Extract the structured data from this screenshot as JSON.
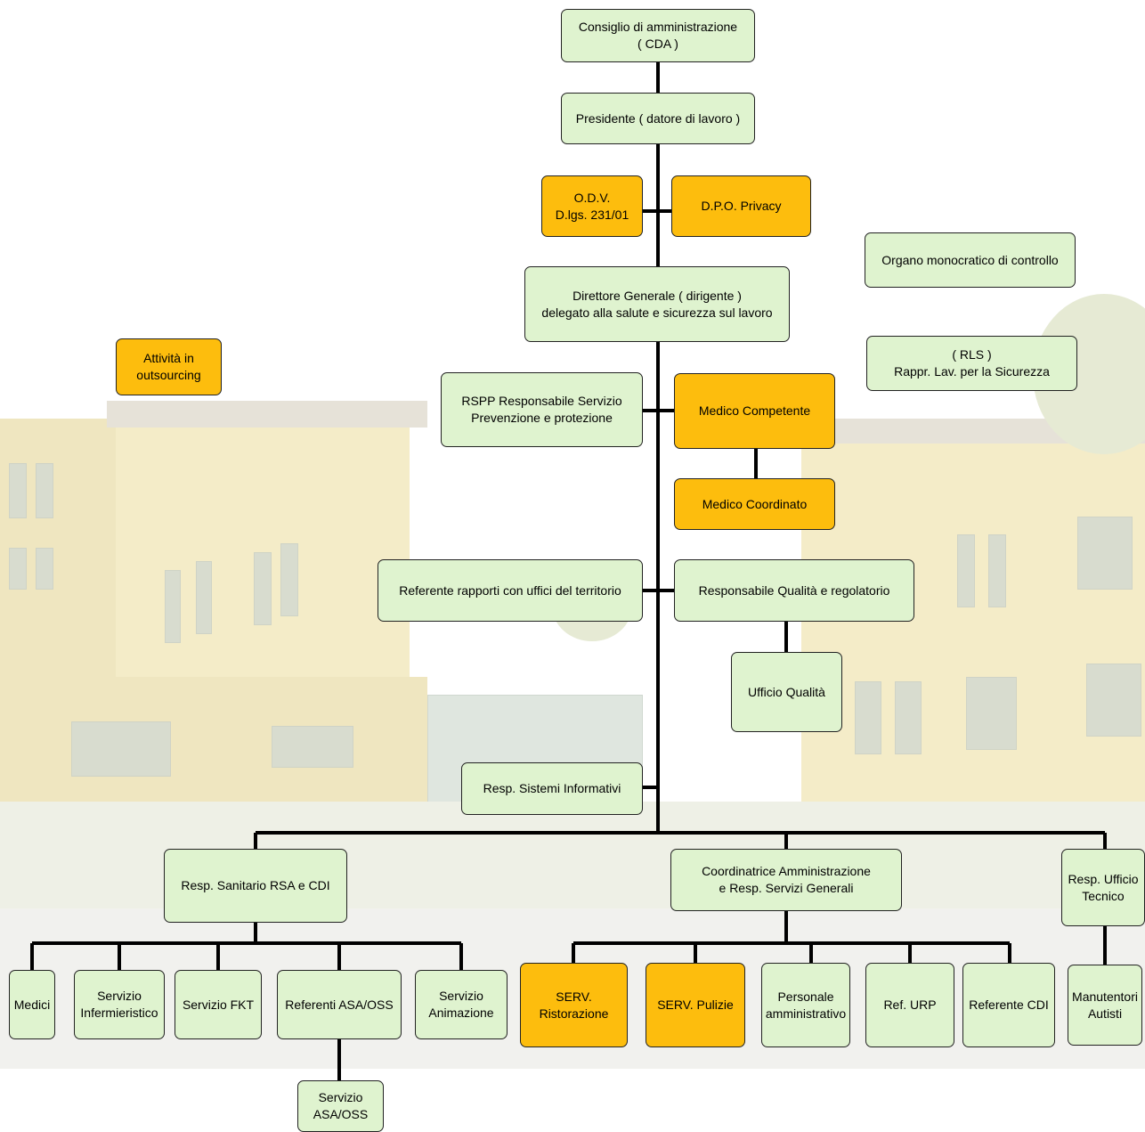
{
  "nodes": {
    "cda": "Consiglio di amministrazione\n( CDA )",
    "presidente": "Presidente ( datore di lavoro )",
    "odv": "O.D.V.\nD.lgs. 231/01",
    "dpo": "D.P.O. Privacy",
    "organo": "Organo monocratico di controllo",
    "direttore": "Direttore Generale ( dirigente )\ndelegato alla salute e sicurezza sul lavoro",
    "outsourcing": "Attività in\noutsourcing",
    "rls": "( RLS )\nRappr. Lav. per la Sicurezza",
    "rspp": "RSPP Responsabile Servizio\nPrevenzione e protezione",
    "medico_competente": "Medico Competente",
    "medico_coordinato": "Medico Coordinato",
    "referente_territorio": "Referente rapporti con uffici del territorio",
    "resp_qualita": "Responsabile Qualità e regolatorio",
    "ufficio_qualita": "Ufficio Qualità",
    "sistemi_informativi": "Resp. Sistemi Informativi",
    "resp_sanitario": "Resp. Sanitario RSA e CDI",
    "coordinatrice": "Coordinatrice Amministrazione\ne Resp. Servizi Generali",
    "ufficio_tecnico": "Resp. Ufficio\nTecnico",
    "medici": "Medici",
    "infermieristico": "Servizio\nInfermieristico",
    "fkt": "Servizio FKT",
    "referenti_asa": "Referenti ASA/OSS",
    "animazione": "Servizio\nAnimazione",
    "servizio_asa": "Servizio\nASA/OSS",
    "ristorazione": "SERV.\nRistorazione",
    "pulizie": "SERV. Pulizie",
    "personale": "Personale\namministrativo",
    "urp": "Ref. URP",
    "referente_cdi": "Referente CDI",
    "manutentori": "Manutentori\nAutisti"
  },
  "colors": {
    "staff_box": "#dff3cf",
    "external_box": "#fdbd0d",
    "connector": "#000000"
  }
}
